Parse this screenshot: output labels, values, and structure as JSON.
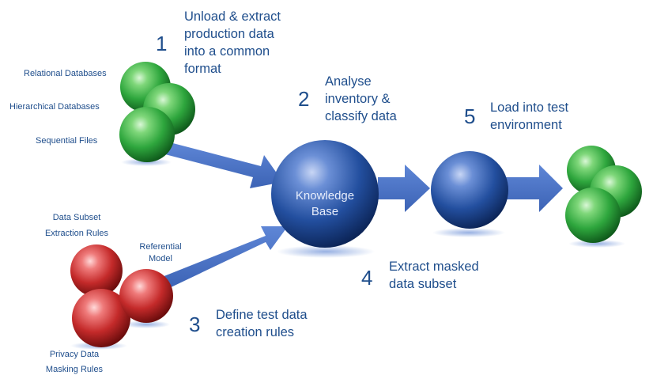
{
  "steps": [
    {
      "number": "1",
      "lines": [
        "Unload & extract",
        "production data",
        "into a common",
        "format"
      ]
    },
    {
      "number": "2",
      "lines": [
        "Analyse",
        "inventory &",
        "classify data"
      ]
    },
    {
      "number": "3",
      "lines": [
        "Define test data",
        "creation rules"
      ]
    },
    {
      "number": "4",
      "lines": [
        "Extract masked",
        "data subset"
      ]
    },
    {
      "number": "5",
      "lines": [
        "Load into test",
        "environment"
      ]
    }
  ],
  "sources": {
    "relational": "Relational Databases",
    "hierarchical": "Hierarchical Databases",
    "sequential": "Sequential Files"
  },
  "rules": {
    "data_subset": [
      "Data Subset",
      "Extraction Rules"
    ],
    "referential": [
      "Referential",
      "Model"
    ],
    "privacy": [
      "Privacy Data",
      "Masking Rules"
    ]
  },
  "knowledge_base": [
    "Knowledge",
    "Base"
  ],
  "colors": {
    "text": "#1f4e8c",
    "arrow": "#4a74c9",
    "green_sphere": "#2aa63c",
    "red_sphere": "#c62a2a",
    "blue_sphere": "#1f4d9c"
  }
}
